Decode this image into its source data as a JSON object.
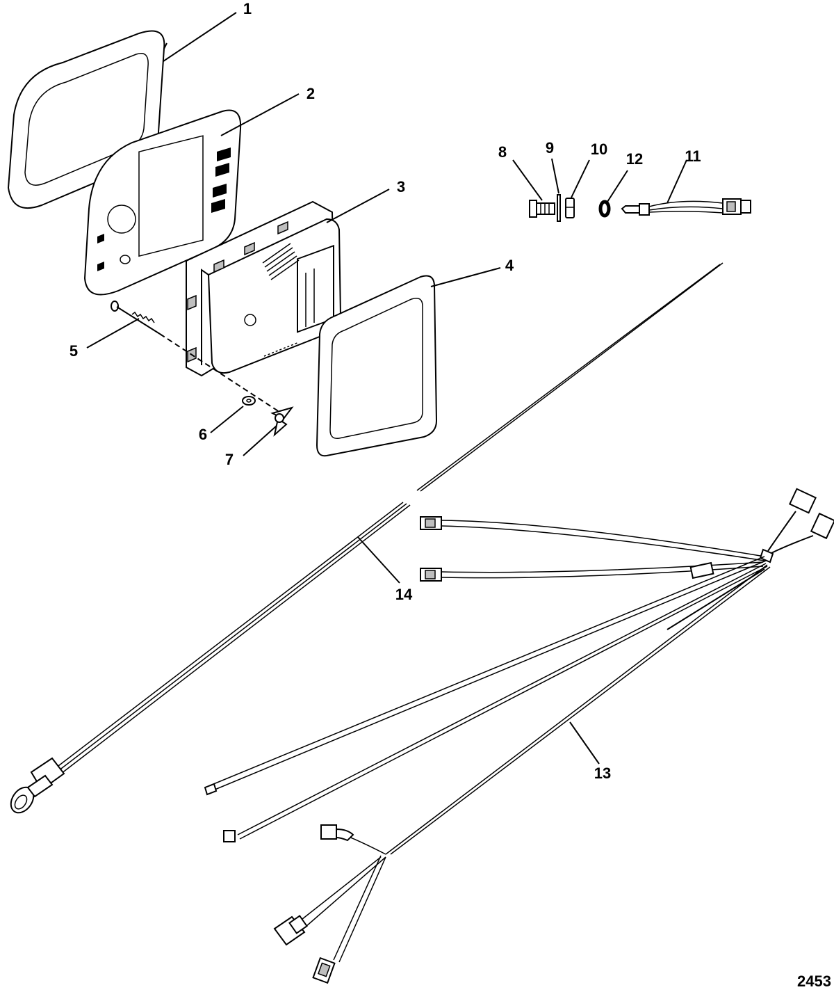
{
  "figure_number": "2453",
  "callouts": [
    {
      "id": "1",
      "label": "1"
    },
    {
      "id": "2",
      "label": "2"
    },
    {
      "id": "3",
      "label": "3"
    },
    {
      "id": "4",
      "label": "4"
    },
    {
      "id": "5",
      "label": "5"
    },
    {
      "id": "6",
      "label": "6"
    },
    {
      "id": "7",
      "label": "7"
    },
    {
      "id": "8",
      "label": "8"
    },
    {
      "id": "9",
      "label": "9"
    },
    {
      "id": "10",
      "label": "10"
    },
    {
      "id": "11",
      "label": "11"
    },
    {
      "id": "12",
      "label": "12"
    },
    {
      "id": "13",
      "label": "13"
    },
    {
      "id": "14",
      "label": "14"
    }
  ]
}
